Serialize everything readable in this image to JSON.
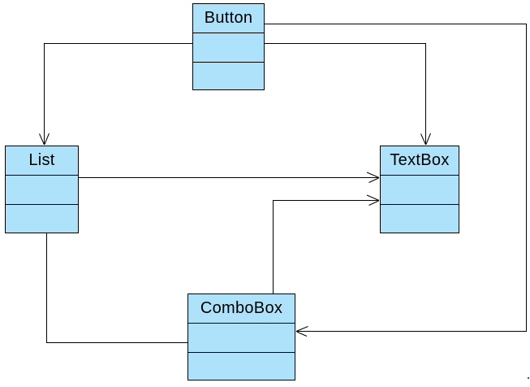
{
  "diagram": {
    "kind": "uml-class-diagram",
    "background_color": "#ffffff",
    "node_fill_color": "#AEE2FB",
    "node_border_color": "#000000",
    "text_color": "#000000",
    "nodes": [
      {
        "id": "button",
        "label": "Button",
        "compartments": 3
      },
      {
        "id": "list",
        "label": "List",
        "compartments": 3
      },
      {
        "id": "textbox",
        "label": "TextBox",
        "compartments": 3
      },
      {
        "id": "combobox",
        "label": "ComboBox",
        "compartments": 3
      }
    ],
    "edges": [
      {
        "from": "Button",
        "to": "List",
        "arrowhead": "open",
        "route": "left then down into List top"
      },
      {
        "from": "Button",
        "to": "TextBox",
        "arrowhead": "open",
        "route": "right then down into TextBox top"
      },
      {
        "from": "Button",
        "to": "ComboBox",
        "arrowhead": "open",
        "route": "right, down far right side, left into ComboBox right side"
      },
      {
        "from": "List",
        "to": "TextBox",
        "arrowhead": "open",
        "route": "straight right into TextBox left side"
      },
      {
        "from": "ComboBox",
        "to": "TextBox",
        "arrowhead": "open",
        "route": "up from ComboBox top, right into TextBox left side"
      },
      {
        "from": "List",
        "to": "ComboBox",
        "arrowhead": "none",
        "route": "down from List bottom, right into ComboBox left side"
      }
    ]
  }
}
